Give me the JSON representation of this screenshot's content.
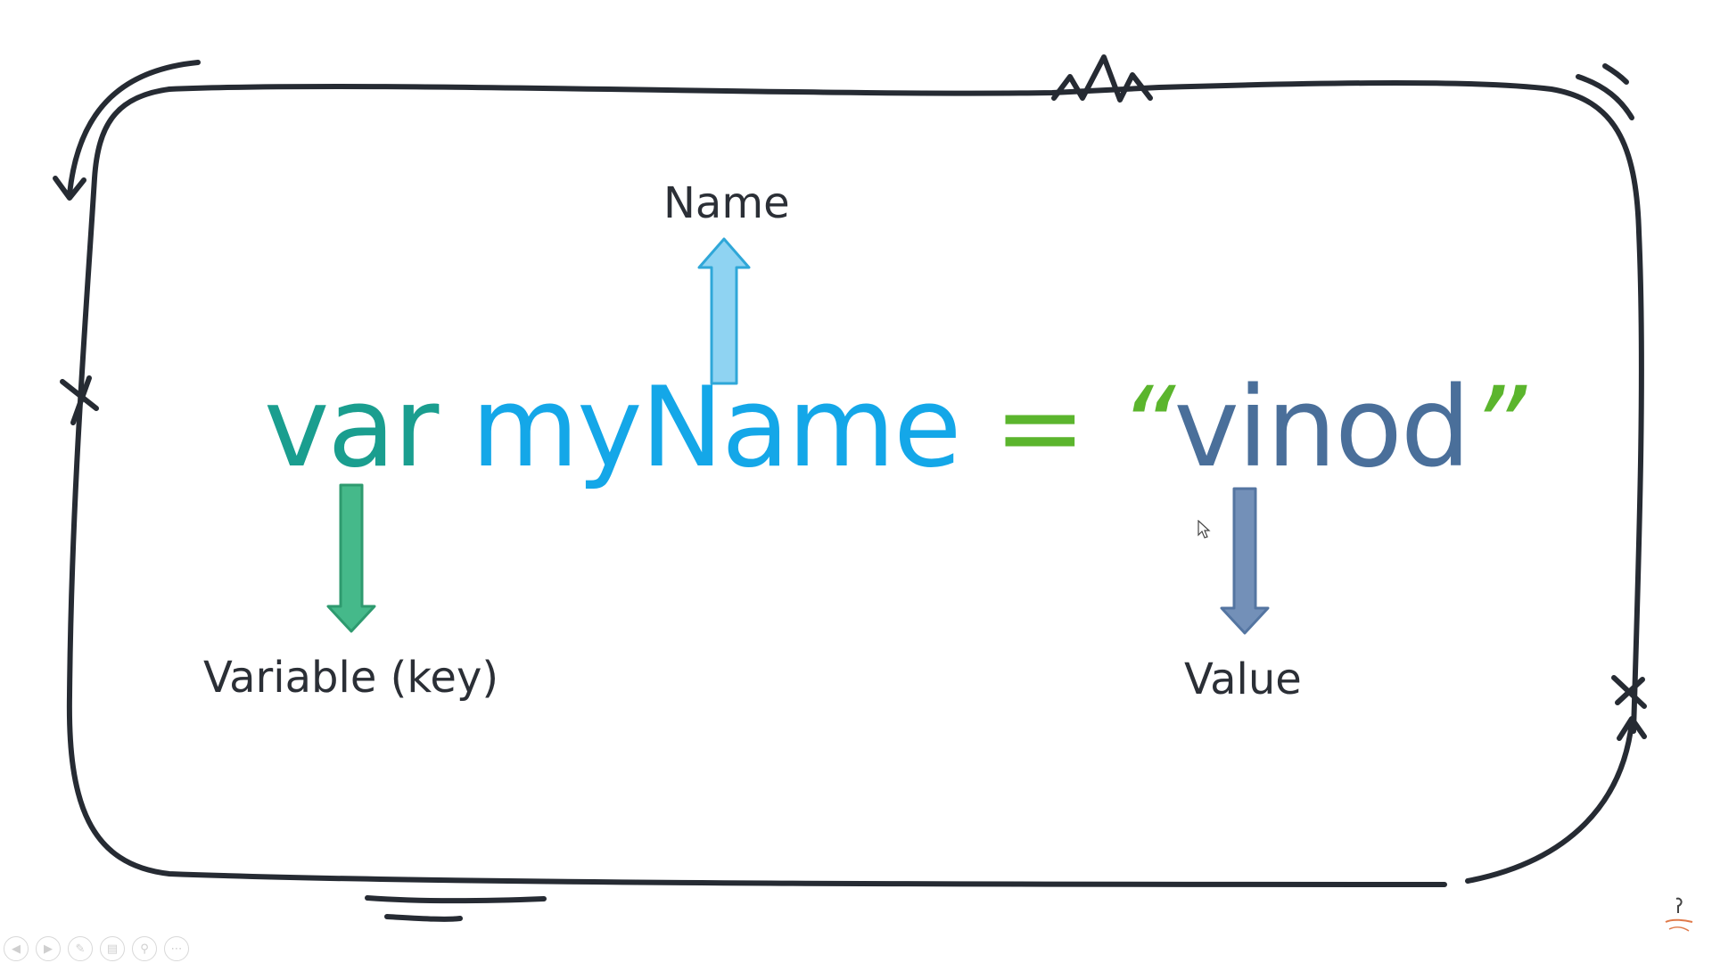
{
  "diagram": {
    "code": {
      "keyword": "var",
      "name": "myName",
      "operator": "=",
      "open_quote": "“",
      "value": "vinod",
      "close_quote": "”"
    },
    "labels": {
      "name": "Name",
      "key": "Variable (key)",
      "value": "Value"
    },
    "colors": {
      "keyword": "#1a9e8f",
      "name": "#14a7e8",
      "operator": "#5bb52d",
      "value": "#4a6f9a",
      "arrow_key": "#45b98a",
      "arrow_name": "#8fd3f2",
      "arrow_value": "#7390b8",
      "frame": "#262b33"
    }
  },
  "toolbar": {
    "icons": [
      "prev-icon",
      "next-icon",
      "pen-icon",
      "slides-icon",
      "zoom-icon",
      "more-icon"
    ]
  }
}
